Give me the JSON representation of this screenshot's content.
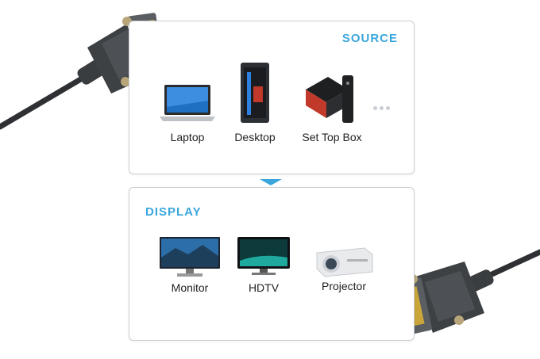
{
  "source": {
    "title": "SOURCE",
    "items": [
      {
        "label": "Laptop",
        "icon": "laptop-icon"
      },
      {
        "label": "Desktop",
        "icon": "desktop-tower-icon"
      },
      {
        "label": "Set Top Box",
        "icon": "set-top-box-icon"
      }
    ],
    "more_icon": "ellipsis-icon"
  },
  "display": {
    "title": "DISPLAY",
    "items": [
      {
        "label": "Monitor",
        "icon": "monitor-icon"
      },
      {
        "label": "HDTV",
        "icon": "hdtv-icon"
      },
      {
        "label": "Projector",
        "icon": "projector-icon"
      }
    ]
  },
  "colors": {
    "accent": "#3aa6dc",
    "border": "#c9ced3",
    "connector": "#3a3d40"
  }
}
